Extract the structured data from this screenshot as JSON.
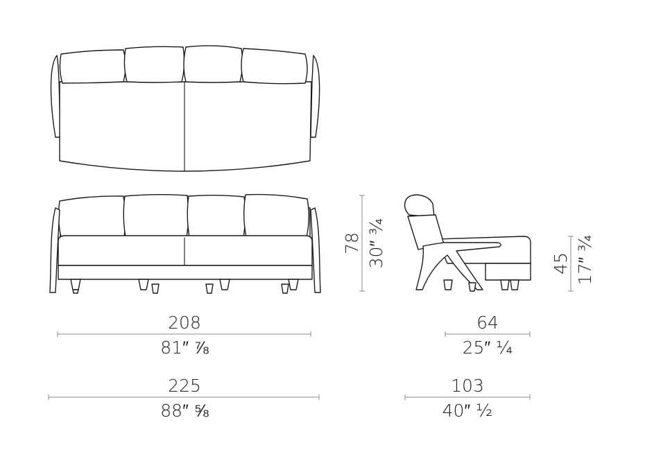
{
  "dimensions": {
    "width_a": {
      "metric": "208",
      "imperial": "81″ ⅞"
    },
    "width_b": {
      "metric": "225",
      "imperial": "88″ ⅝"
    },
    "depth_a": {
      "metric": "64",
      "imperial": "25″ ¼"
    },
    "depth_b": {
      "metric": "103",
      "imperial": "40″ ½"
    },
    "height": {
      "metric": "78",
      "imperial": "30″ ¾"
    },
    "seat_height": {
      "metric": "45",
      "imperial": "17″ ¾"
    }
  },
  "colors": {
    "line": "#1a1a1a",
    "dimension_line": "#8a8a8a",
    "background": "#ffffff"
  }
}
